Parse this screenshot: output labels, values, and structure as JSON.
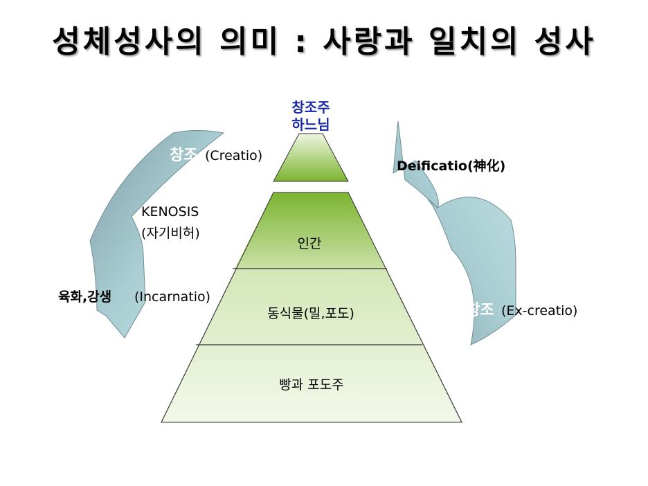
{
  "title": "성체성사의 의미 : 사랑과 일치의 성사",
  "apex": {
    "line1": "창조주",
    "line2": "하느님"
  },
  "levels": {
    "human": "인간",
    "nature": "동식물(밀,포도)",
    "elements": "빵과 포도주"
  },
  "left_arrow": {
    "creatio_ko": "창조",
    "creatio_latin": "(Creatio)",
    "kenosis_line1": "KENOSIS",
    "kenosis_line2": "(자기비허)",
    "incarnatio_ko": "육화,강생",
    "incarnatio_latin": "(Incarnatio)"
  },
  "right_arrow": {
    "deificatio": "Deificatio(神化)",
    "excreatio_ko": "탈창조",
    "excreatio_latin": "(Ex-creatio)"
  },
  "colors": {
    "pyramid_green_dark": "#7cb431",
    "pyramid_green_light": "#f3f8ea",
    "arrow_light": "#b9dde0",
    "arrow_dark": "#7f9ea5",
    "apex_text": "#1a2aa6"
  }
}
